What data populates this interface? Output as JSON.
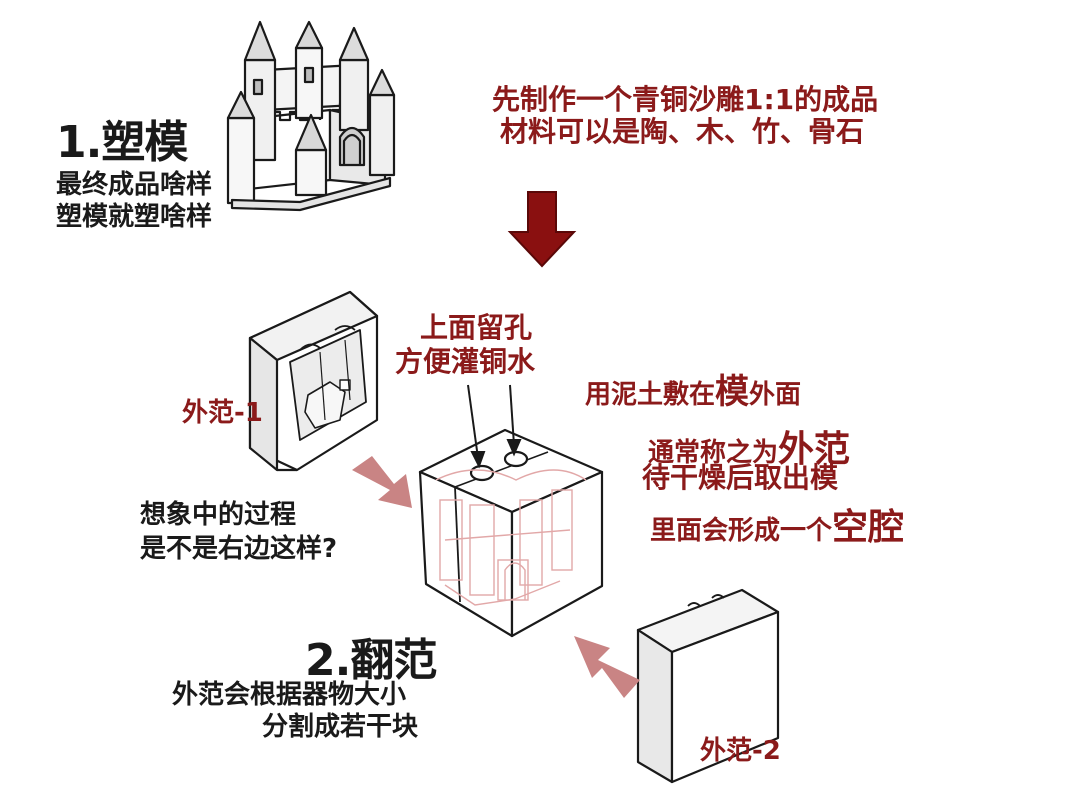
{
  "step1": {
    "title": "1.塑模",
    "desc_line1": "最终成品啥样",
    "desc_line2": "塑模就塑啥样"
  },
  "top_note": {
    "line1": "先制作一个青铜沙雕1:1的成品",
    "line2": "材料可以是陶、木、竹、骨石"
  },
  "hole_note": {
    "line1": "上面留孔",
    "line2": "方便灌铜水"
  },
  "clay_note": {
    "prefix": "用泥土敷在",
    "highlight": "模",
    "suffix": "外面"
  },
  "outer_note": {
    "line1_prefix": "通常称之为",
    "line1_highlight": "外范",
    "line2": "待干燥后取出模",
    "line3_prefix": "里面会形成一个",
    "line3_highlight": "空腔"
  },
  "mold_label_1": "外范-1",
  "mold_label_2": "外范-2",
  "question": {
    "line1": "想象中的过程",
    "line2": "是不是右边这样?"
  },
  "step2": {
    "title": "2.翻范",
    "desc_line1": "外范会根据器物大小",
    "desc_line2": "分割成若干块"
  },
  "colors": {
    "accent_red": "#8b1a1a",
    "arrow_dark_red": "#8a1010",
    "arrow_pink": "#c98484",
    "ink": "#1a1a1a",
    "ghost_line": "#e2a8a8"
  }
}
